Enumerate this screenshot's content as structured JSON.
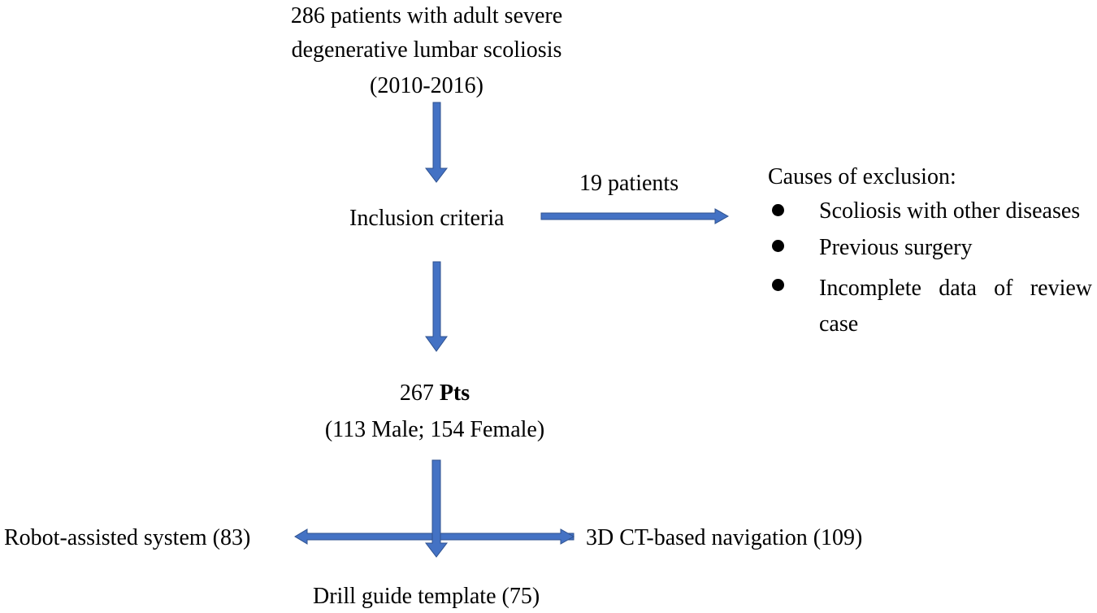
{
  "start": {
    "line1": "286 patients with adult severe",
    "line2": "degenerative lumbar scoliosis",
    "line3": "(2010-2016)"
  },
  "inclusion": {
    "label": "Inclusion criteria"
  },
  "excluded_count": {
    "label": "19 patients"
  },
  "exclusion": {
    "heading": "Causes of exclusion:",
    "items": [
      "Scoliosis with other diseases",
      "Previous surgery",
      "Incomplete data of review",
      "case"
    ]
  },
  "pts": {
    "count": "267",
    "bold": "Pts",
    "breakdown": "(113 Male; 154 Female)"
  },
  "groups": {
    "left": "Robot-assisted system (83)",
    "right": "3D CT-based navigation (109)",
    "bottom": "Drill guide template (75)"
  },
  "colors": {
    "arrow_fill": "#4472C4",
    "arrow_stroke": "#2F528F"
  }
}
